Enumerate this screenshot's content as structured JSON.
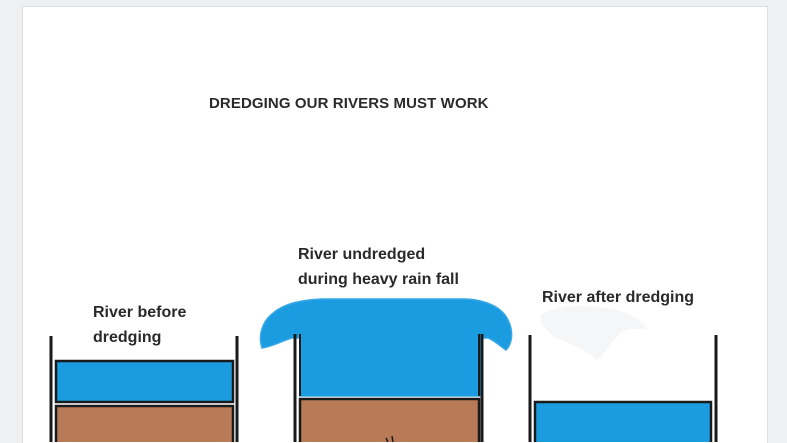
{
  "title": "DREDGING OUR RIVERS MUST WORK",
  "panels": {
    "before": {
      "label_line1": "River before",
      "label_line2": "dredging"
    },
    "heavy_rain": {
      "label_line1": "River undredged",
      "label_line2": "during heavy rain fall"
    },
    "after": {
      "label": "River after dredging"
    }
  },
  "colors": {
    "water": "#1b9be0",
    "silt": "#b97a57",
    "outline": "#1a1a1a"
  }
}
